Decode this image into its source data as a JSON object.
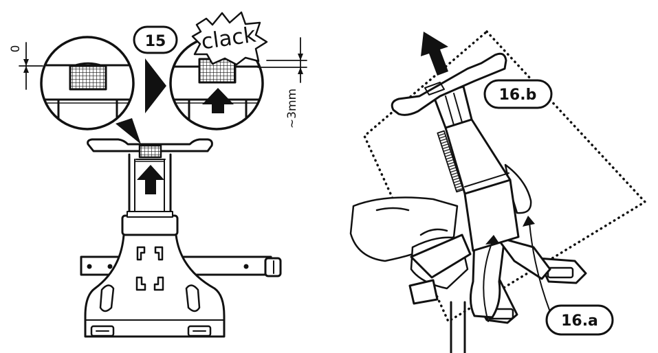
{
  "step_left": {
    "badge": "15",
    "sound_word": "clack",
    "gap_before": "0",
    "gap_after": "~3mm"
  },
  "step_right": {
    "badge_a": "16.a",
    "badge_b": "16.b"
  },
  "colors": {
    "ink": "#111111",
    "paper": "#ffffff"
  }
}
